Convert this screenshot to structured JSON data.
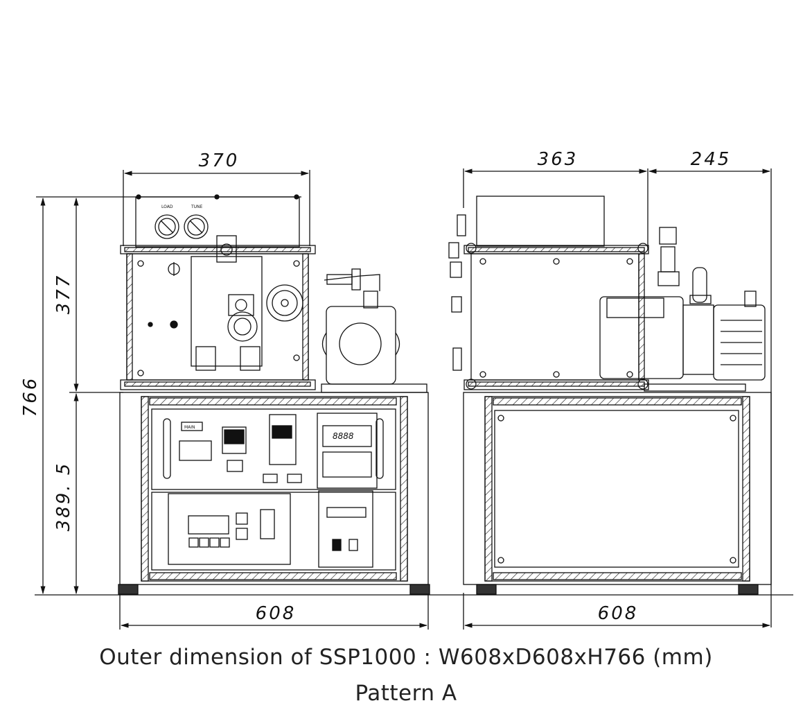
{
  "dimensions": {
    "front_top_width": "370",
    "side_top_depth": "363",
    "side_pump_depth": "245",
    "front_total_height": "766",
    "upper_height": "377",
    "lower_height": "389. 5",
    "front_base_width": "608",
    "side_base_width": "608"
  },
  "panel_labels": {
    "load": "LOAD",
    "tune": "TUNE",
    "main": "MAIN",
    "readout": "8888"
  },
  "caption": {
    "line1": "Outer dimension of SSP1000 : W608xD608xH766 (mm)",
    "line2": "Pattern A"
  }
}
